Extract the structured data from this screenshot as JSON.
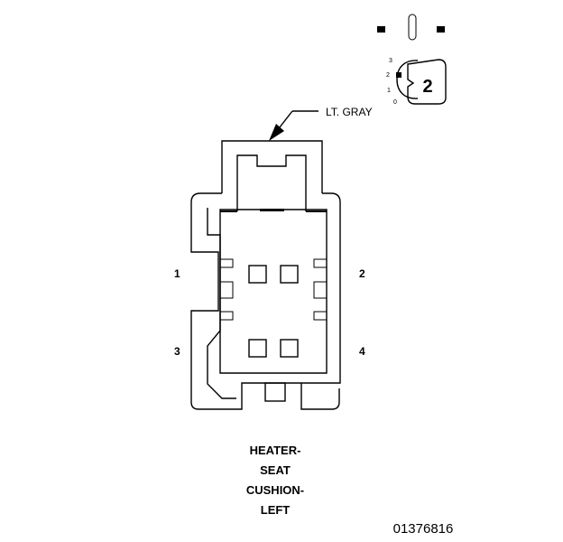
{
  "connector": {
    "color_label": "LT. GRAY",
    "pins": {
      "p1": "1",
      "p2": "2",
      "p3": "3",
      "p4": "4"
    }
  },
  "key_icon": {
    "number": "2",
    "scale": [
      "3",
      "2",
      "1",
      "0"
    ]
  },
  "title_lines": [
    "HEATER-",
    "SEAT",
    "CUSHION-",
    "LEFT"
  ],
  "figure_id": "01376816"
}
